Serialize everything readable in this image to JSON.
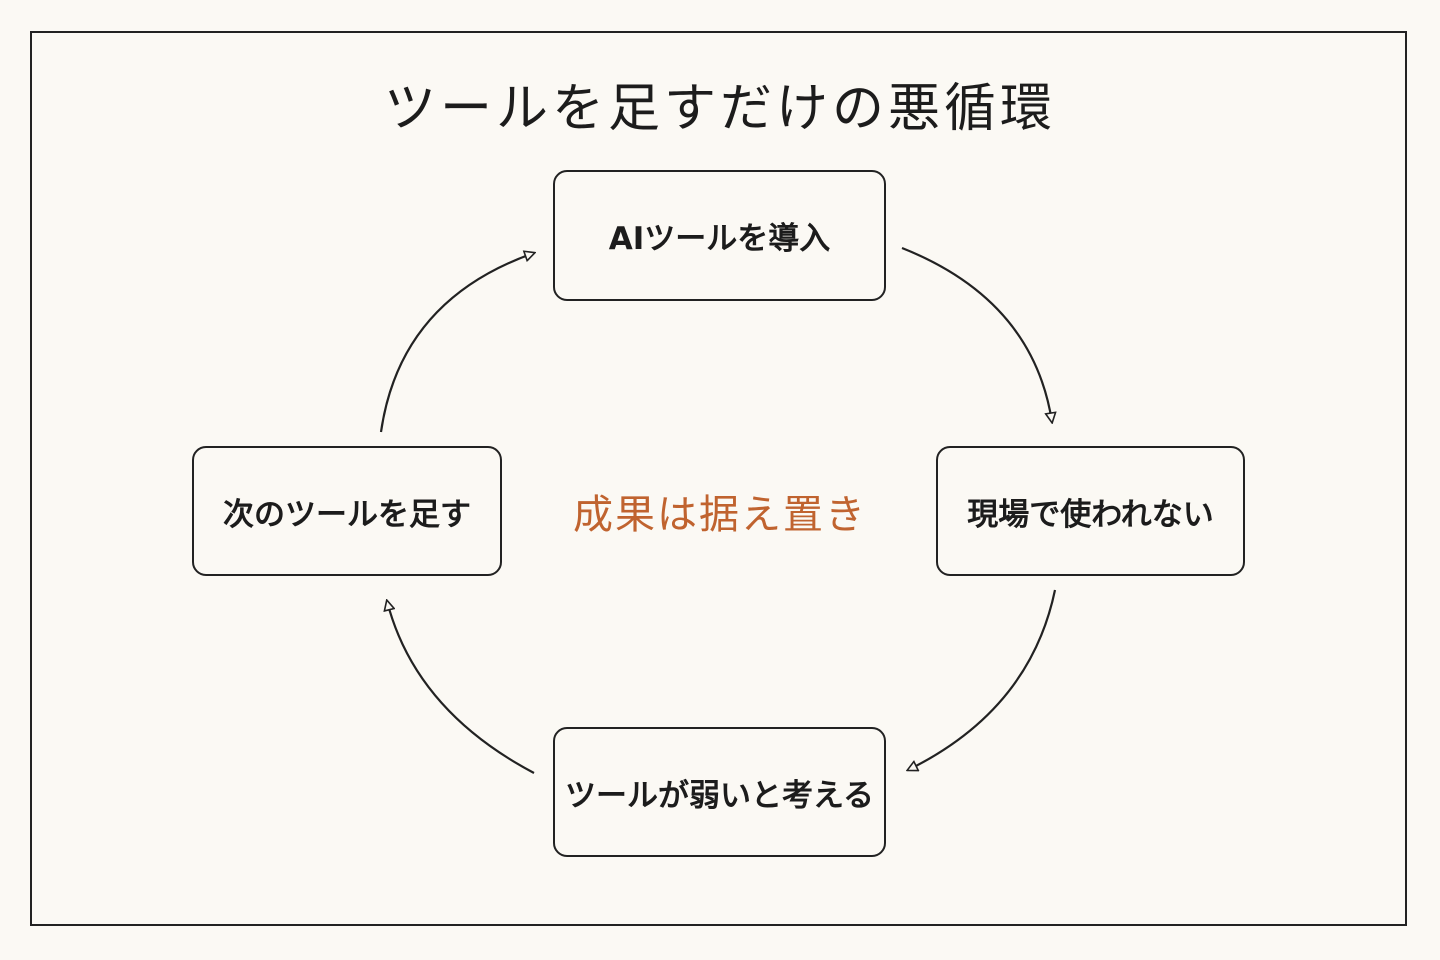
{
  "title": "ツールを足すだけの悪循環",
  "center_label": "成果は据え置き",
  "colors": {
    "accent": "#c0632f",
    "stroke": "#222222",
    "background": "#fbf9f4"
  },
  "nodes": {
    "top": "AIツールを導入",
    "right": "現場で使われない",
    "bottom": "ツールが弱いと考える",
    "left": "次のツールを足す"
  }
}
